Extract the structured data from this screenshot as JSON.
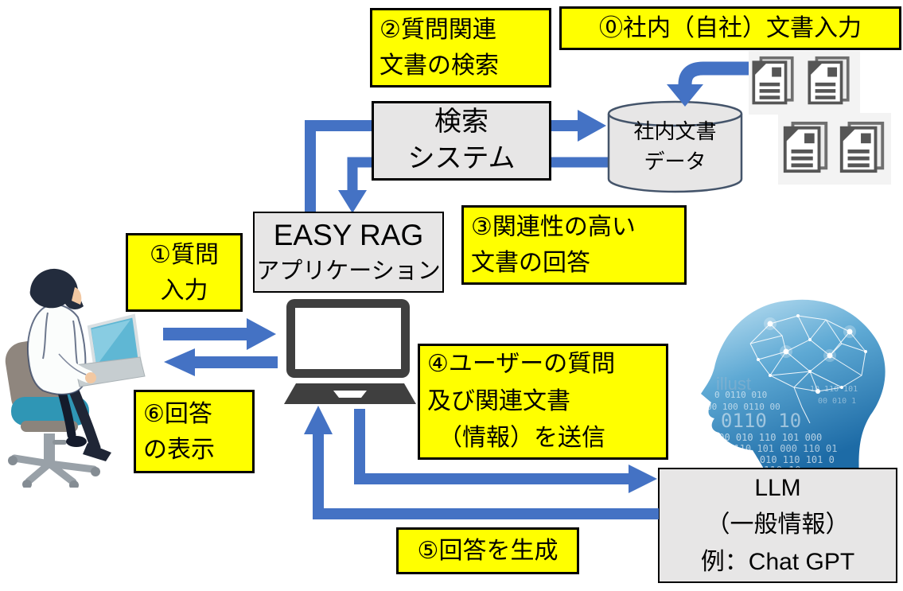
{
  "page": {
    "background": "#FFFFFF"
  },
  "colors": {
    "arrow_blue": "#4472C4",
    "label_yellow": "#FFFF00",
    "node_gray": "#E7E6E6",
    "border_black": "#000000",
    "cylinder_stroke": "#44546A"
  },
  "steps": {
    "step0": {
      "lines": [
        "⓪社内（自社）文書入力"
      ]
    },
    "step1": {
      "lines": [
        "①質問",
        "入力"
      ]
    },
    "step2": {
      "lines": [
        "②質問関連",
        "文書の検索"
      ]
    },
    "step3": {
      "lines": [
        "③関連性の高い",
        "文書の回答"
      ]
    },
    "step4": {
      "lines": [
        "④ユーザーの質問",
        "及び関連文書",
        "（情報）を送信"
      ]
    },
    "step5": {
      "lines": [
        "⑤回答を生成"
      ]
    },
    "step6": {
      "lines": [
        "⑥回答",
        "の表示"
      ]
    }
  },
  "nodes": {
    "search_system": {
      "lines": [
        "検索",
        "システム"
      ]
    },
    "easy_rag_app": {
      "lines": [
        "EASY RAG",
        "アプリケーション"
      ]
    },
    "internal_docs_db": {
      "lines": [
        "社内文書",
        "データ"
      ]
    },
    "llm": {
      "lines": [
        "LLM",
        "（一般情報）",
        "例：Chat GPT"
      ]
    }
  },
  "illustrations": {
    "user": "user-at-laptop-illustration",
    "laptop": "laptop-icon",
    "documents": "document-stack-icons",
    "ai_brain": "ai-brain-head-image",
    "binary_rows": [
      "0 0110 010",
      "00 100 0110 00",
      "0110 10",
      "100 010 110 101 000",
      "0 110 101 000 110 01",
      "100 010 110 101 0",
      "0110 10"
    ],
    "watermark": "illust"
  },
  "arrows": [
    {
      "name": "docs-input-to-db-arrow",
      "step": "0"
    },
    {
      "name": "user-to-laptop-arrow",
      "step": "1"
    },
    {
      "name": "easyrag-to-search-to-db-arrow",
      "step": "2"
    },
    {
      "name": "db-to-easyrag-arrow",
      "step": "3"
    },
    {
      "name": "laptop-to-llm-arrow",
      "step": "4"
    },
    {
      "name": "llm-to-laptop-arrow",
      "step": "5"
    },
    {
      "name": "laptop-to-user-arrow",
      "step": "6"
    }
  ]
}
